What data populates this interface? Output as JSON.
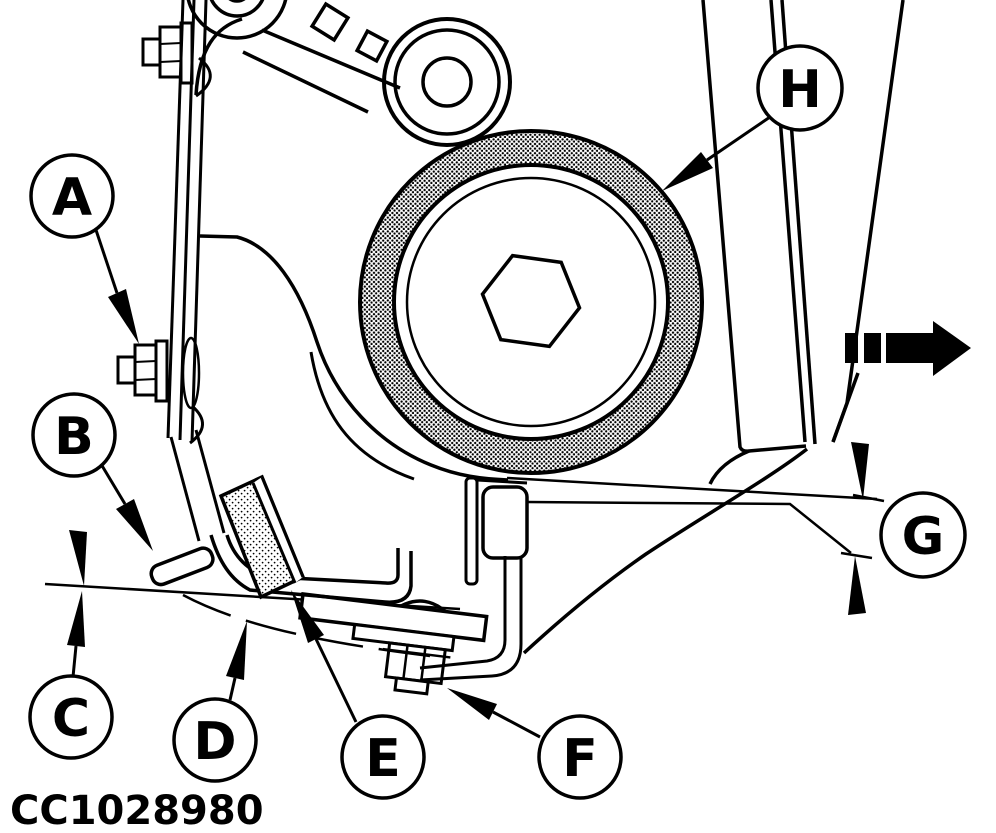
{
  "figure_code": "CC1028980",
  "callouts": [
    {
      "letter": "A"
    },
    {
      "letter": "B"
    },
    {
      "letter": "C"
    },
    {
      "letter": "D"
    },
    {
      "letter": "E"
    },
    {
      "letter": "F"
    },
    {
      "letter": "G"
    },
    {
      "letter": "H"
    }
  ],
  "colors": {
    "line": "#000000",
    "background": "#ffffff"
  }
}
